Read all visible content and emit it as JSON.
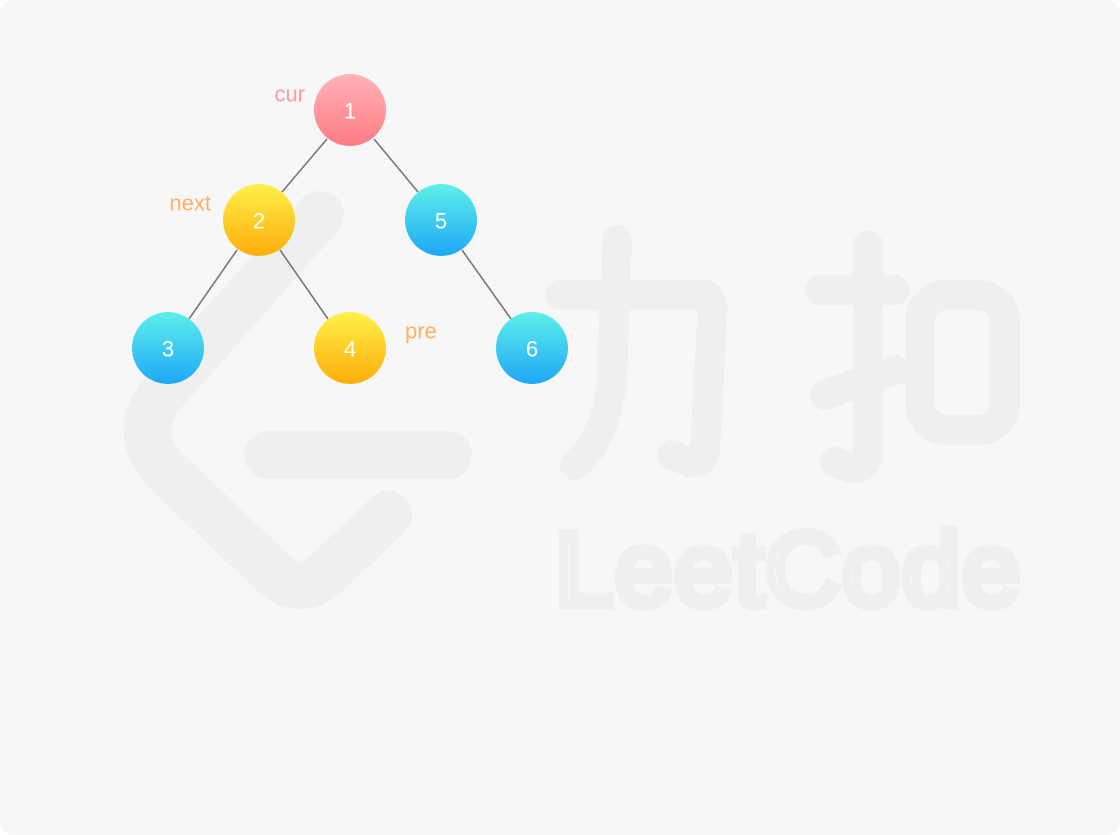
{
  "diagram": {
    "type": "binary-tree",
    "nodes": [
      {
        "id": "n1",
        "label": "1",
        "style": "red"
      },
      {
        "id": "n2",
        "label": "2",
        "style": "yellow"
      },
      {
        "id": "n5",
        "label": "5",
        "style": "blue"
      },
      {
        "id": "n3",
        "label": "3",
        "style": "blue"
      },
      {
        "id": "n4",
        "label": "4",
        "style": "yellow"
      },
      {
        "id": "n6",
        "label": "6",
        "style": "blue"
      }
    ],
    "edges": [
      {
        "from": "1",
        "to": "2"
      },
      {
        "from": "1",
        "to": "5"
      },
      {
        "from": "2",
        "to": "3"
      },
      {
        "from": "2",
        "to": "4"
      },
      {
        "from": "5",
        "to": "6"
      }
    ],
    "pointers": [
      {
        "label": "cur",
        "target": "1",
        "color": "#ff9a9e"
      },
      {
        "label": "next",
        "target": "2",
        "color": "#ffb066"
      },
      {
        "label": "pre",
        "target": "4",
        "color": "#ffb066"
      }
    ]
  },
  "colors": {
    "red_node": [
      "#ffb3b8",
      "#ff7b84"
    ],
    "yellow_node": [
      "#fff04a",
      "#ffad0a"
    ],
    "blue_node": [
      "#5ef0ea",
      "#1fa8f5"
    ],
    "edge": "#777777",
    "background": "#f7f7f7"
  },
  "watermark": {
    "logo": "leetcode-logo",
    "text_cn": "力扣",
    "text_en": "LeetCode"
  }
}
